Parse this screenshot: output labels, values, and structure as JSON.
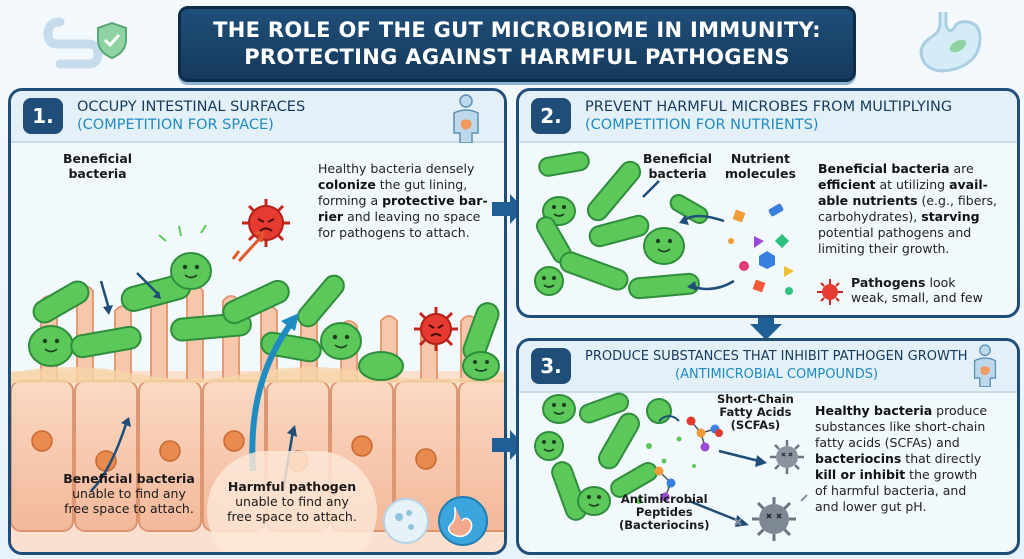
{
  "title": {
    "line1": "THE ROLE OF THE GUT MICROBIOME IN IMMUNITY:",
    "line2": "PROTECTING AGAINST HARMFUL PATHOGENS"
  },
  "panel1": {
    "number": "1.",
    "heading": "OCCUPY INTESTINAL SURFACES",
    "subheading": "(COMPETITION FOR SPACE)",
    "label_beneficial_1": "Beneficial",
    "label_beneficial_2": "bacteria",
    "desc": {
      "p1": "Healthy bacteria densely",
      "b1": "colonize",
      "p2": " the gut lining,",
      "p3": "forming a ",
      "b2": "protective bar-",
      "b3": "rier",
      "p4": " and leaving no space",
      "p5": "for pathogens to attach."
    },
    "bottom_left": {
      "bold": "Beneficial bacteria",
      "l2": "unable to find any",
      "l3": "free space to attach."
    },
    "bottom_mid": {
      "bold": "Harmful pathogen",
      "l2": "unable to find any",
      "l3": "free space to attach."
    }
  },
  "panel2": {
    "number": "2.",
    "heading": "PREVENT HARMFUL MICROBES FROM MULTIPLYING",
    "subheading": "(COMPETITION FOR NUTRIENTS)",
    "label_beneficial_1": "Beneficial",
    "label_beneficial_2": "bacteria",
    "label_nutrient_1": "Nutrient",
    "label_nutrient_2": "molecules",
    "desc": {
      "b1": "Beneficial bacteria",
      "p1": " are",
      "b2": "efficient",
      "p2": " at utilizing ",
      "b3": "avail-",
      "b4": "able nutrients",
      "p3": " (e.g., fibers,",
      "p4": "carbohydrates), ",
      "b5": "starving",
      "p5": "potential pathogens and",
      "p6": "limiting their growth."
    },
    "pathogen_note": {
      "bold": "Pathogens",
      "p1": " look",
      "p2": "weak, small, and few"
    }
  },
  "panel3": {
    "number": "3.",
    "heading": "PRODUCE SUBSTANCES THAT INHIBIT PATHOGEN GROWTH",
    "subheading": "(ANTIMICROBIAL COMPOUNDS)",
    "label_scfa_1": "Short-Chain",
    "label_scfa_2": "Fatty Acids",
    "label_scfa_3": "(SCFAs)",
    "label_amp_1": "Antimicrobial",
    "label_amp_2": "Peptides",
    "label_amp_3": "(Bacteriocins)",
    "desc": {
      "b1": "Healthy bacteria",
      "p1": " produce",
      "p2": "substances like short-chain",
      "p3": "fatty acids (SCFAs) and",
      "b2": "bacteriocins",
      "p4": " that directly",
      "b3": "kill or inhibit",
      "p5": " the growth",
      "p6": "of harmful bacteria, and",
      "p7": "and lower gut pH."
    }
  },
  "colors": {
    "navy": "#1f4e79",
    "accent_blue": "#1f8cc1",
    "bacteria_green": "#5cc85a",
    "pathogen_red": "#e03a2f",
    "inhibited_gray": "#6b7480"
  },
  "icons": [
    "intestine-shield-icon",
    "stomach-icon",
    "human-body-icon",
    "pathogen-icon",
    "bacteria-icon",
    "nutrient-molecule-icon",
    "arrow-right-icon",
    "arrow-down-icon"
  ]
}
